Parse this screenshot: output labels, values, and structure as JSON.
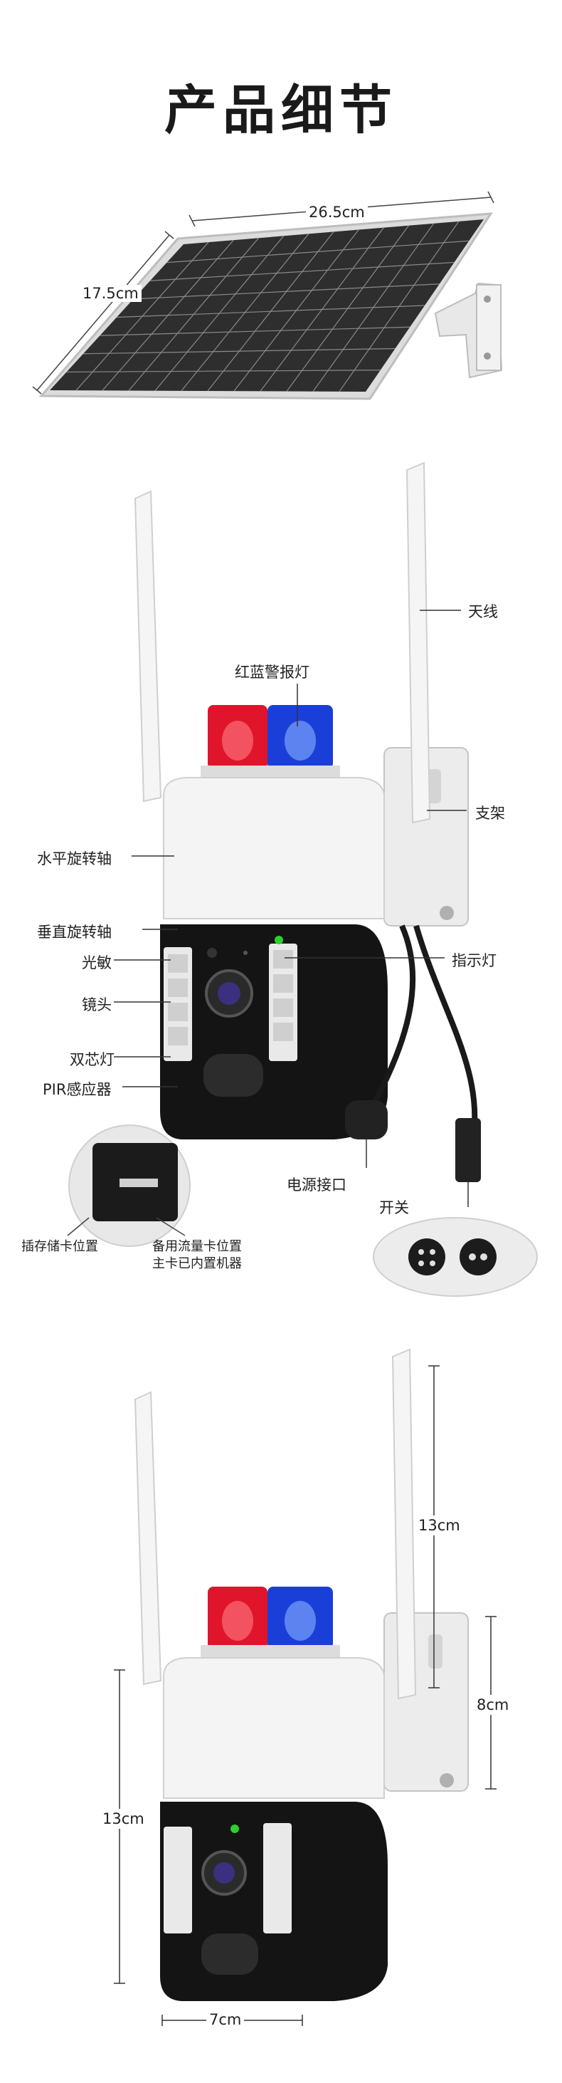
{
  "page": {
    "title": "产品细节"
  },
  "solar_panel": {
    "width_label": "26.5cm",
    "height_label": "17.5cm"
  },
  "callouts": {
    "antenna": "天线",
    "warning_light": "红蓝警报灯",
    "bracket": "支架",
    "horizontal_rotation": "水平旋转轴",
    "vertical_rotation": "垂直旋转轴",
    "indicator_light": "指示灯",
    "light_sensor": "光敏",
    "lens": "镜头",
    "dual_light": "双芯灯",
    "pir_sensor": "PIR感应器",
    "power_port": "电源接口",
    "switch": "开关",
    "sd_slot": "插存储卡位置",
    "sim_note_line1": "备用流量卡位置",
    "sim_note_line2": "主卡已内置机器"
  },
  "dimensions": {
    "antenna_height": "13cm",
    "bracket_height": "8cm",
    "body_height": "13cm",
    "body_width": "7cm"
  },
  "colors": {
    "red_light": "#e0142a",
    "blue_light": "#1a3fd9",
    "camera_black": "#141414",
    "housing_white": "#f4f4f4"
  }
}
